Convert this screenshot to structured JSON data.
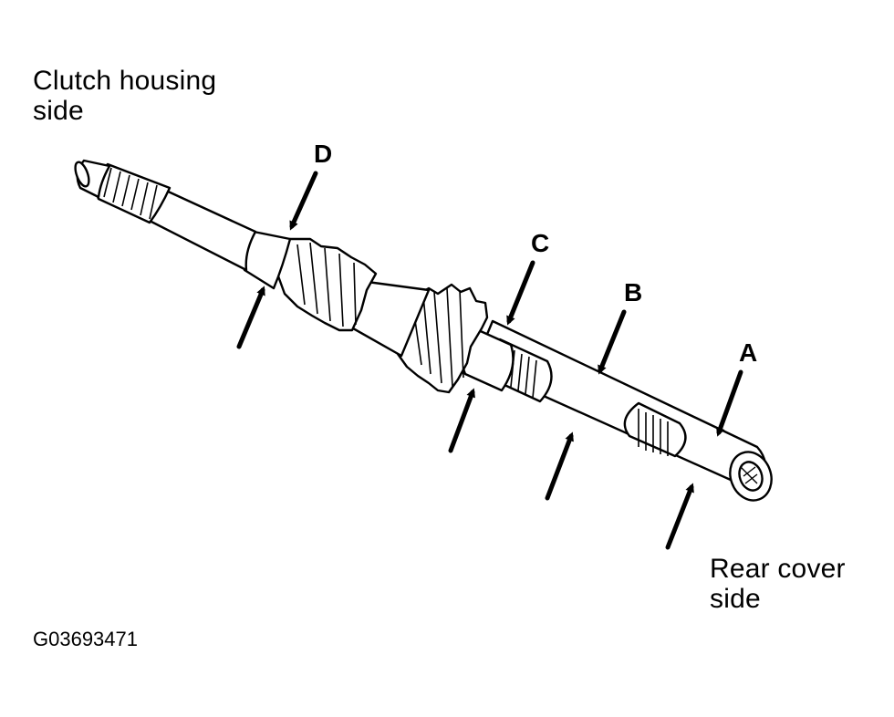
{
  "labels": {
    "clutch_housing_line1": "Clutch housing",
    "clutch_housing_line2": "side",
    "rear_cover_line1": "Rear cover",
    "rear_cover_line2": "side",
    "figure_id": "G03693471"
  },
  "callouts": {
    "a": "A",
    "b": "B",
    "c": "C",
    "d": "D"
  },
  "colors": {
    "ink": "#000000",
    "paper": "#ffffff",
    "shade": "#dcdcdc"
  }
}
